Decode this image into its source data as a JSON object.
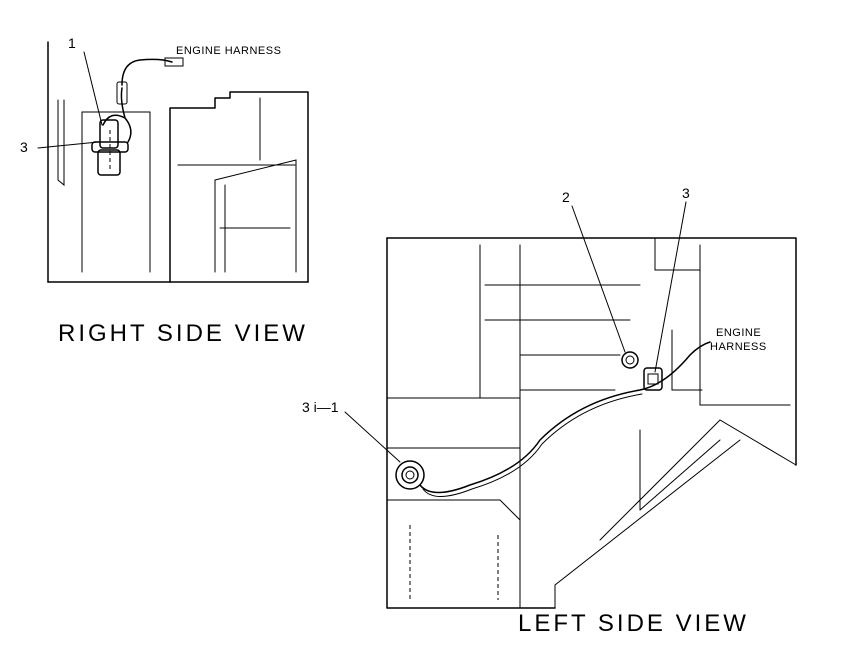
{
  "views": {
    "right": {
      "title": "RIGHT SIDE VIEW"
    },
    "left": {
      "title": "LEFT SIDE VIEW"
    }
  },
  "callouts": {
    "right_1": "1",
    "right_3": "3",
    "left_2": "2",
    "left_3": "3",
    "left_3_1": "3 i—1"
  },
  "harness": {
    "right": "ENGINE HARNESS",
    "left_line1": "ENGINE",
    "left_line2": "HARNESS"
  },
  "colors": {
    "ink": "#000000",
    "paper": "#ffffff"
  }
}
